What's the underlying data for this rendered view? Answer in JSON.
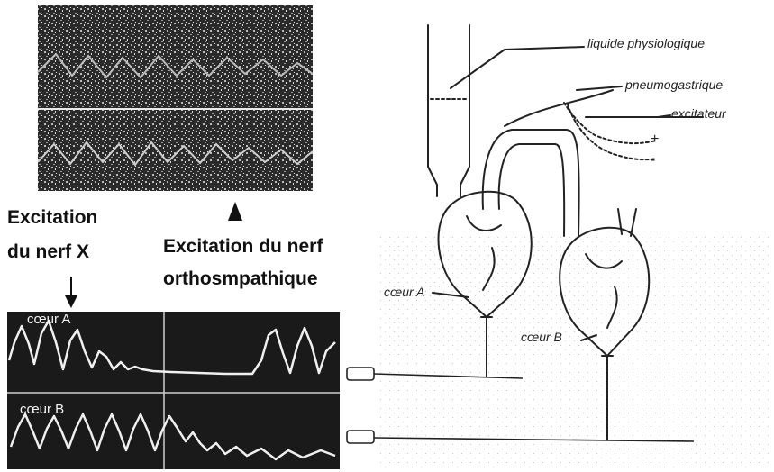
{
  "labels": {
    "excitation_x_line1": "Excitation",
    "excitation_x_line2": "du nerf X",
    "excitation_ortho_line1": "Excitation du nerf",
    "excitation_ortho_line2": "orthosmpathique"
  },
  "traces": {
    "heart_a": "cœur A",
    "heart_b": "cœur B"
  },
  "apparatus": {
    "liquid": "liquide physiologique",
    "vagus": "pneumogastrique",
    "stimulator": "excitateur",
    "plus_sign": "+",
    "minus_sign": "-",
    "heart_a": "cœur A",
    "heart_b": "cœur B"
  },
  "colors": {
    "ink": "#111111",
    "recording_bg": "#1a1a1a",
    "trace": "#f0f0f0"
  }
}
